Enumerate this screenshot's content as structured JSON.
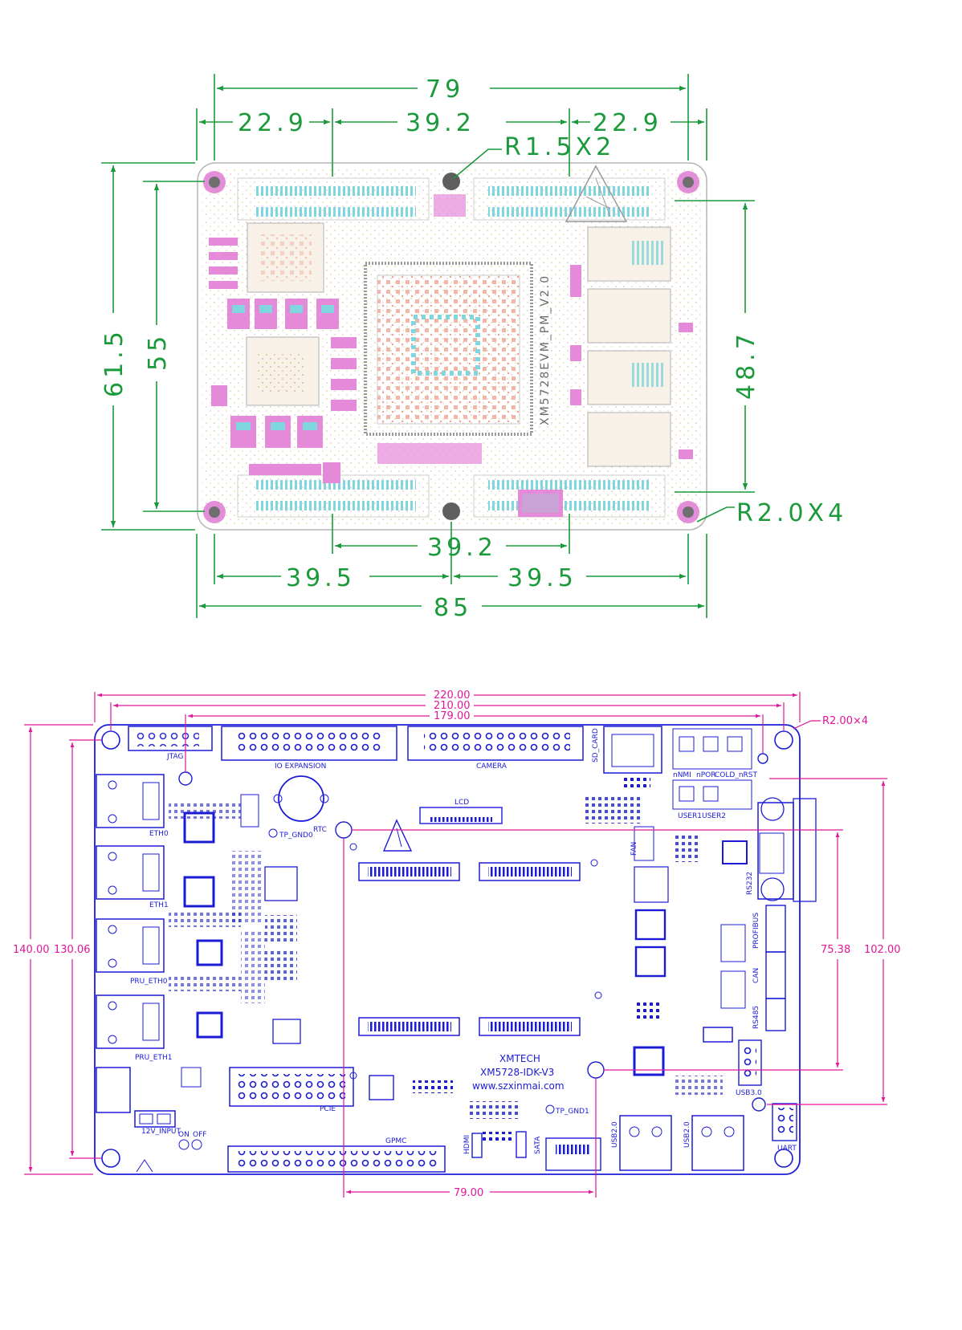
{
  "top_drawing": {
    "dims": {
      "overall_width": "79",
      "left_seg": "22.9",
      "mid_seg": "39.2",
      "right_seg": "22.9",
      "radius_top": "R1.5X2",
      "height_outer": "61.5",
      "height_inner": "55",
      "height_right": "48.7",
      "radius_bottom": "R2.0X4",
      "bottom_mid": "39.2",
      "bottom_left": "39.5",
      "bottom_right": "39.5",
      "board_width": "85"
    },
    "silkscreen_label": "XM5728EVM_PM_V2.0"
  },
  "bottom_drawing": {
    "dims": {
      "w220": "220.00",
      "w210": "210.00",
      "w179": "179.00",
      "radius": "R2.00×4",
      "h140": "140.00",
      "h130": "130.06",
      "h75": "75.38",
      "h102": "102.00",
      "w79": "79.00"
    },
    "labels": {
      "jtag": "JTAG",
      "io_expansion": "IO EXPANSION",
      "camera": "CAMERA",
      "sd_card": "SD_CARD",
      "rtc": "RTC",
      "tp_gnd0": "TP_GND0",
      "lcd": "LCD",
      "eth0": "ETH0",
      "eth1": "ETH1",
      "pru_eth0": "PRU_ETH0",
      "pru_eth1": "PRU_ETH1",
      "nmi": "nNMI",
      "npor": "nPOR",
      "cold_rst": "COLD_nRST",
      "user1": "USER1",
      "user2": "USER2",
      "rs232": "RS232",
      "profibus": "PROFIBUS",
      "can": "CAN",
      "rs485": "RS485",
      "usb30": "USB3.0",
      "usb20_a": "USB2.0",
      "usb20_b": "USB2.0",
      "uart": "UART",
      "hdmi": "HDMI",
      "sata": "SATA",
      "tp_gnd1": "TP_GND1",
      "gpmc": "GPMC",
      "pcie": "PCIE",
      "input_12v": "12V_INPUT",
      "on": "ON",
      "off": "OFF",
      "company": "XMTECH",
      "model": "XM5728-IDK-V3",
      "website": "www.szxinmai.com",
      "fan": "FAN"
    }
  },
  "colors": {
    "green_dim": "#1a9a3a",
    "magenta_dim": "#e0169b",
    "blue_board": "#1b1bd6",
    "pink_pad": "#e58ad9",
    "cyan_pad": "#7fd6de",
    "board_outline": "#b6b6b6"
  }
}
